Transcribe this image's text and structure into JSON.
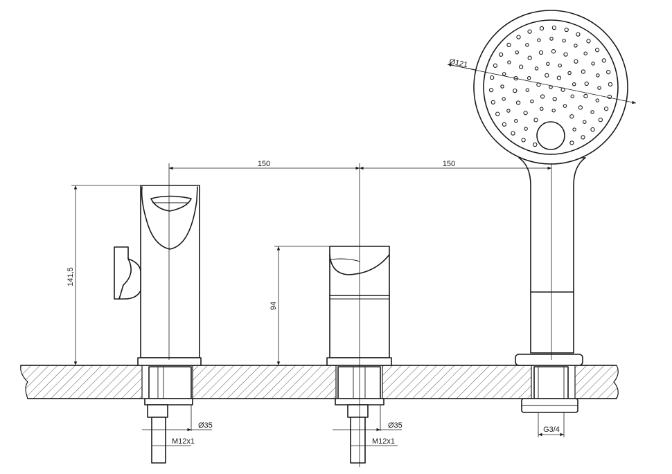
{
  "dimensions": {
    "spacing_left": "150",
    "spacing_right": "150",
    "height_spout": "141,5",
    "height_mixer": "94",
    "head_diameter": "Ø121",
    "diameter_spout": "Ø35",
    "thread_spout": "M12x1",
    "diameter_mixer": "Ø35",
    "thread_mixer": "M12x1",
    "thread_shower": "G3/4"
  },
  "colors": {
    "line": "#1a1a1a",
    "background": "#ffffff"
  }
}
